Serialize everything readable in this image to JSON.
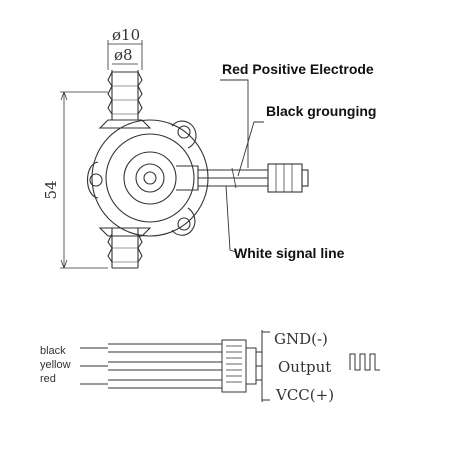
{
  "dimensions": {
    "outer_diameter": "ø10",
    "inner_diameter": "ø8",
    "height": "54"
  },
  "callouts": {
    "red": "Red Positive Electrode",
    "black": "Black grounging",
    "white": "White signal line"
  },
  "wires": [
    "black",
    "yellow",
    "red"
  ],
  "connector_pins": {
    "gnd": "GND(-)",
    "output": "Output",
    "vcc": "VCC(+)"
  }
}
